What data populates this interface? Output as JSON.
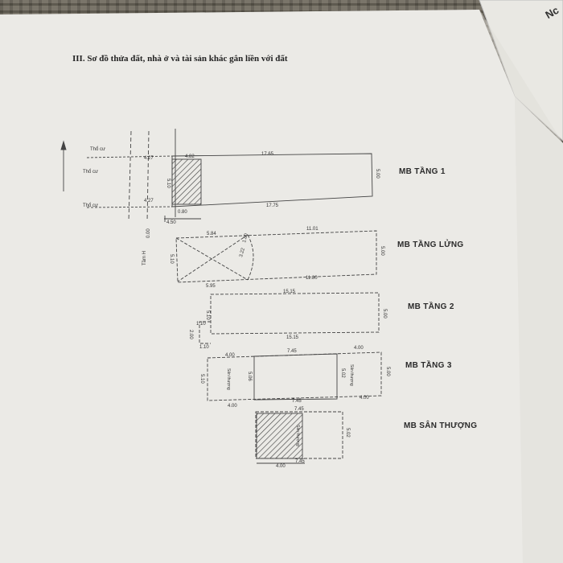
{
  "title": "III. Sơ đồ thửa đất, nhà ở và tài sản khác gắn liền với đất",
  "corner_text": "Nc",
  "floors": {
    "tang1": {
      "label": "MB TẦNG 1",
      "top_width": "17.65",
      "bottom_width": "17.75",
      "right_height": "5.00",
      "left_height": "5.10",
      "left_top": "4.27",
      "left_bottom": "4.27",
      "hatch_top": "4.82",
      "hatch_bottom": "0.80",
      "road_small": "4.50",
      "road_width": "0.00",
      "neighbor_top": "Thổ cư",
      "neighbor_mid": "Thổ cư",
      "neighbor_bot": "Thổ cư"
    },
    "tanglung": {
      "label": "MB TẦNG LỬNG",
      "top_left": "5.84",
      "top_right": "11.01",
      "bottom_left": "5.95",
      "bottom_right": "11.80",
      "right_height": "5.00",
      "left_height": "5.10",
      "inner_a": "3.22",
      "inner_b": "1.80",
      "left_note": "Tầm H"
    },
    "tang2": {
      "label": "MB TẦNG 2",
      "top_width": "15.15",
      "bottom_width": "15.15",
      "right_height": "5.00",
      "left_height": "5.10",
      "step_top": "1.10",
      "step_bottom": "1.10",
      "step_height": "2.00"
    },
    "tang3": {
      "label": "MB TẦNG 3",
      "top_left": "4.00",
      "top_mid": "7.45",
      "top_right": "4.00",
      "bottom_left": "4.00",
      "bottom_mid": "7.45",
      "bottom_right": "4.00",
      "left_height": "5.10",
      "inner_left_h": "5.06",
      "inner_right_h": "5.02",
      "right_height": "5.00",
      "san_left": "Sân thượng",
      "san_right": "Sân thượng"
    },
    "santhuong": {
      "label": "MB SÂN THƯỢNG",
      "top_width": "7.45",
      "bottom_width": "7.45",
      "bottom_left": "4.00",
      "right_height": "5.02",
      "mid_note": "Sân thượng"
    }
  }
}
